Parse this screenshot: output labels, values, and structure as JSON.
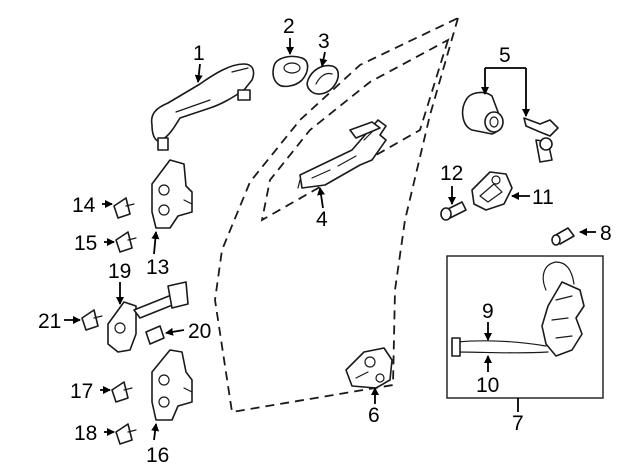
{
  "diagram": {
    "colors": {
      "line": "#1a1a1a",
      "background": "#ffffff"
    },
    "callouts": [
      "1",
      "2",
      "3",
      "4",
      "5",
      "6",
      "7",
      "8",
      "9",
      "10",
      "11",
      "12",
      "13",
      "14",
      "15",
      "16",
      "17",
      "18",
      "19",
      "20",
      "21"
    ]
  }
}
